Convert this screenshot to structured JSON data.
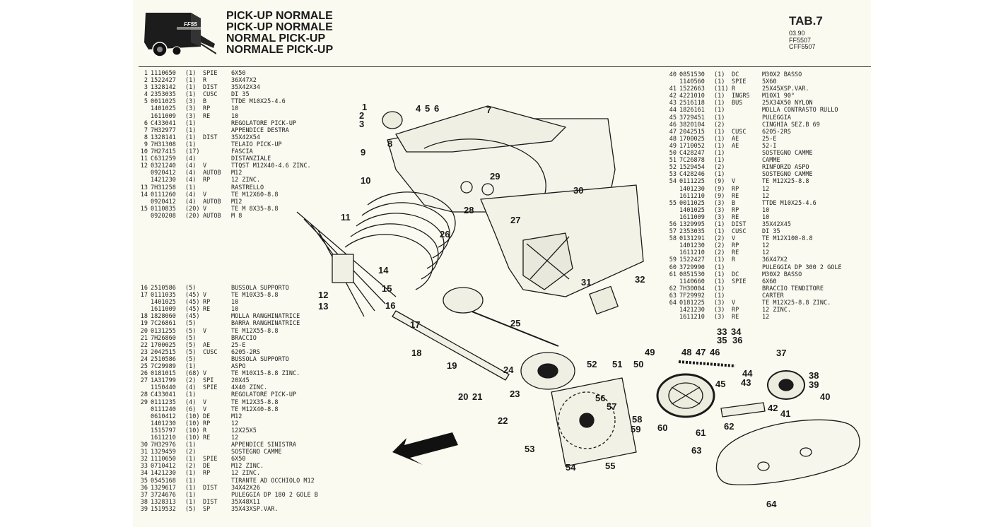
{
  "header": {
    "titles": [
      "PICK-UP NORMALE",
      "PICK-UP NORMALE",
      "NORMAL PICK-UP",
      "NORMALE PICK-UP"
    ],
    "logo_text": "FF55",
    "tab": "TAB.7",
    "meta": [
      "03.90",
      "FF5507",
      "CFF5507"
    ]
  },
  "parts_left_a": [
    {
      "ref": "1",
      "code": "1110650",
      "qty": "(1)",
      "kind": "SPIE",
      "desc": "6X50"
    },
    {
      "ref": "2",
      "code": "1522427",
      "qty": "(1)",
      "kind": "R",
      "desc": "36X47X2"
    },
    {
      "ref": "3",
      "code": "1328142",
      "qty": "(1)",
      "kind": "DIST",
      "desc": "35X42X34"
    },
    {
      "ref": "4",
      "code": "2353035",
      "qty": "(1)",
      "kind": "CUSC",
      "desc": "DI 35"
    },
    {
      "ref": "5",
      "code": "0011025",
      "qty": "(3)",
      "kind": "B",
      "desc": "TTDE M10X25-4.6"
    },
    {
      "ref": "",
      "code": "1401025",
      "qty": "(3)",
      "kind": "RP",
      "desc": "10"
    },
    {
      "ref": "",
      "code": "1611009",
      "qty": "(3)",
      "kind": "RE",
      "desc": "10"
    },
    {
      "ref": "6",
      "code": "C433041",
      "qty": "(1)",
      "kind": "",
      "desc": "REGOLATORE PICK-UP"
    },
    {
      "ref": "7",
      "code": "7H32977",
      "qty": "(1)",
      "kind": "",
      "desc": "APPENDICE DESTRA"
    },
    {
      "ref": "8",
      "code": "1328141",
      "qty": "(1)",
      "kind": "DIST",
      "desc": "35X42X54"
    },
    {
      "ref": "9",
      "code": "7H31308",
      "qty": "(1)",
      "kind": "",
      "desc": "TELAIO PICK-UP"
    },
    {
      "ref": "10",
      "code": "7H27415",
      "qty": "(17)",
      "kind": "",
      "desc": "FASCIA"
    },
    {
      "ref": "11",
      "code": "C631259",
      "qty": "(4)",
      "kind": "",
      "desc": "DISTANZIALE"
    },
    {
      "ref": "12",
      "code": "0321240",
      "qty": "(4)",
      "kind": "V",
      "desc": "TTQST M12X40-4.6 ZINC."
    },
    {
      "ref": "",
      "code": "0920412",
      "qty": "(4)",
      "kind": "AUTOB",
      "desc": "M12"
    },
    {
      "ref": "",
      "code": "1421230",
      "qty": "(4)",
      "kind": "RP",
      "desc": "12 ZINC."
    },
    {
      "ref": "13",
      "code": "7H31258",
      "qty": "(1)",
      "kind": "",
      "desc": "RASTRELLO"
    },
    {
      "ref": "14",
      "code": "0111260",
      "qty": "(4)",
      "kind": "V",
      "desc": "TE M12X60-8.8"
    },
    {
      "ref": "",
      "code": "0920412",
      "qty": "(4)",
      "kind": "AUTOB",
      "desc": "M12"
    },
    {
      "ref": "15",
      "code": "0110835",
      "qty": "(20)",
      "kind": "V",
      "desc": "TE M 8X35-8.8"
    },
    {
      "ref": "",
      "code": "0920208",
      "qty": "(20)",
      "kind": "AUTOB",
      "desc": "M 8"
    }
  ],
  "parts_left_b": [
    {
      "ref": "16",
      "code": "2510586",
      "qty": "(5)",
      "kind": "",
      "desc": "BUSSOLA SUPPORTO"
    },
    {
      "ref": "17",
      "code": "0111035",
      "qty": "(45)",
      "kind": "V",
      "desc": "TE M10X35-8.8"
    },
    {
      "ref": "",
      "code": "1401025",
      "qty": "(45)",
      "kind": "RP",
      "desc": "10"
    },
    {
      "ref": "",
      "code": "1611009",
      "qty": "(45)",
      "kind": "RE",
      "desc": "10"
    },
    {
      "ref": "18",
      "code": "1828060",
      "qty": "(45)",
      "kind": "",
      "desc": "MOLLA RANGHINATRICE"
    },
    {
      "ref": "19",
      "code": "7C26861",
      "qty": "(5)",
      "kind": "",
      "desc": "BARRA RANGHINATRICE"
    },
    {
      "ref": "20",
      "code": "0131255",
      "qty": "(5)",
      "kind": "V",
      "desc": "TE M12X55-8.8"
    },
    {
      "ref": "21",
      "code": "7H26860",
      "qty": "(5)",
      "kind": "",
      "desc": "BRACCIO"
    },
    {
      "ref": "22",
      "code": "1700025",
      "qty": "(5)",
      "kind": "AE",
      "desc": "25-E"
    },
    {
      "ref": "23",
      "code": "2042515",
      "qty": "(5)",
      "kind": "CUSC",
      "desc": "6205-2RS"
    },
    {
      "ref": "24",
      "code": "2510586",
      "qty": "(5)",
      "kind": "",
      "desc": "BUSSOLA SUPPORTO"
    },
    {
      "ref": "25",
      "code": "7C29989",
      "qty": "(1)",
      "kind": "",
      "desc": "ASPO"
    },
    {
      "ref": "26",
      "code": "0181015",
      "qty": "(68)",
      "kind": "V",
      "desc": "TE M10X15-8.8 ZINC."
    },
    {
      "ref": "27",
      "code": "1A31799",
      "qty": "(2)",
      "kind": "SPI",
      "desc": "20X45"
    },
    {
      "ref": "",
      "code": "1150440",
      "qty": "(4)",
      "kind": "SPIE",
      "desc": "4X40 ZINC."
    },
    {
      "ref": "28",
      "code": "C433041",
      "qty": "(1)",
      "kind": "",
      "desc": "REGOLATORE PICK-UP"
    },
    {
      "ref": "29",
      "code": "0111235",
      "qty": "(4)",
      "kind": "V",
      "desc": "TE M12X35-8.8"
    },
    {
      "ref": "",
      "code": "0111240",
      "qty": "(6)",
      "kind": "V",
      "desc": "TE M12X40-8.8"
    },
    {
      "ref": "",
      "code": "0610412",
      "qty": "(10)",
      "kind": "DE",
      "desc": "M12"
    },
    {
      "ref": "",
      "code": "1401230",
      "qty": "(10)",
      "kind": "RP",
      "desc": "12"
    },
    {
      "ref": "",
      "code": "1515797",
      "qty": "(10)",
      "kind": "R",
      "desc": "12X25X5"
    },
    {
      "ref": "",
      "code": "1611210",
      "qty": "(10)",
      "kind": "RE",
      "desc": "12"
    },
    {
      "ref": "30",
      "code": "7H32976",
      "qty": "(1)",
      "kind": "",
      "desc": "APPENDICE SINISTRA"
    },
    {
      "ref": "31",
      "code": "1329459",
      "qty": "(2)",
      "kind": "",
      "desc": "SOSTEGNO CAMME"
    },
    {
      "ref": "32",
      "code": "1110650",
      "qty": "(1)",
      "kind": "SPIE",
      "desc": "6X50"
    },
    {
      "ref": "33",
      "code": "0710412",
      "qty": "(2)",
      "kind": "DE",
      "desc": "M12 ZINC."
    },
    {
      "ref": "34",
      "code": "1421230",
      "qty": "(1)",
      "kind": "RP",
      "desc": "12 ZINC."
    },
    {
      "ref": "35",
      "code": "0545168",
      "qty": "(1)",
      "kind": "",
      "desc": "TIRANTE AD OCCHIOLO M12"
    },
    {
      "ref": "36",
      "code": "1329617",
      "qty": "(1)",
      "kind": "DIST",
      "desc": "34X42X26"
    },
    {
      "ref": "37",
      "code": "3724676",
      "qty": "(1)",
      "kind": "",
      "desc": "PULEGGIA DP 180 2 GOLE B"
    },
    {
      "ref": "38",
      "code": "1328313",
      "qty": "(1)",
      "kind": "DIST",
      "desc": "35X48X11"
    },
    {
      "ref": "39",
      "code": "1519532",
      "qty": "(5)",
      "kind": "SP",
      "desc": "35X43XSP.VAR."
    }
  ],
  "parts_right": [
    {
      "ref": "40",
      "code": "0851530",
      "qty": "(1)",
      "kind": "DC",
      "desc": "M30X2 BASSO"
    },
    {
      "ref": "",
      "code": "1140560",
      "qty": "(1)",
      "kind": "SPIE",
      "desc": "5X60"
    },
    {
      "ref": "41",
      "code": "1522663",
      "qty": "(11)",
      "kind": "R",
      "desc": "25X45XSP.VAR."
    },
    {
      "ref": "42",
      "code": "4221010",
      "qty": "(1)",
      "kind": "INGRS",
      "desc": "M10X1 90°"
    },
    {
      "ref": "43",
      "code": "2516118",
      "qty": "(1)",
      "kind": "BUS",
      "desc": "25X34X50 NYLON"
    },
    {
      "ref": "44",
      "code": "1826161",
      "qty": "(1)",
      "kind": "",
      "desc": "MOLLA CONTRASTO RULLO"
    },
    {
      "ref": "45",
      "code": "3729451",
      "qty": "(1)",
      "kind": "",
      "desc": "PULEGGIA"
    },
    {
      "ref": "46",
      "code": "3820104",
      "qty": "(2)",
      "kind": "",
      "desc": "CINGHIA SEZ.B 69"
    },
    {
      "ref": "47",
      "code": "2042515",
      "qty": "(1)",
      "kind": "CUSC",
      "desc": "6205-2RS"
    },
    {
      "ref": "48",
      "code": "1700025",
      "qty": "(1)",
      "kind": "AE",
      "desc": "25-E"
    },
    {
      "ref": "49",
      "code": "1710052",
      "qty": "(1)",
      "kind": "AE",
      "desc": "52-I"
    },
    {
      "ref": "50",
      "code": "C428247",
      "qty": "(1)",
      "kind": "",
      "desc": "SOSTEGNO CAMME"
    },
    {
      "ref": "51",
      "code": "7C26878",
      "qty": "(1)",
      "kind": "",
      "desc": "CAMME"
    },
    {
      "ref": "52",
      "code": "1529454",
      "qty": "(2)",
      "kind": "",
      "desc": "RINFORZO ASPO"
    },
    {
      "ref": "53",
      "code": "C428246",
      "qty": "(1)",
      "kind": "",
      "desc": "SOSTEGNO CAMME"
    },
    {
      "ref": "54",
      "code": "0111225",
      "qty": "(9)",
      "kind": "V",
      "desc": "TE M12X25-8.8"
    },
    {
      "ref": "",
      "code": "1401230",
      "qty": "(9)",
      "kind": "RP",
      "desc": "12"
    },
    {
      "ref": "",
      "code": "1611210",
      "qty": "(9)",
      "kind": "RE",
      "desc": "12"
    },
    {
      "ref": "55",
      "code": "0011025",
      "qty": "(3)",
      "kind": "B",
      "desc": "TTDE M10X25-4.6"
    },
    {
      "ref": "",
      "code": "1401025",
      "qty": "(3)",
      "kind": "RP",
      "desc": "10"
    },
    {
      "ref": "",
      "code": "1611009",
      "qty": "(3)",
      "kind": "RE",
      "desc": "10"
    },
    {
      "ref": "56",
      "code": "1329995",
      "qty": "(1)",
      "kind": "DIST",
      "desc": "35X42X45"
    },
    {
      "ref": "57",
      "code": "2353035",
      "qty": "(1)",
      "kind": "CUSC",
      "desc": "DI 35"
    },
    {
      "ref": "58",
      "code": "0131291",
      "qty": "(2)",
      "kind": "V",
      "desc": "TE M12X100-8.8"
    },
    {
      "ref": "",
      "code": "1401230",
      "qty": "(2)",
      "kind": "RP",
      "desc": "12"
    },
    {
      "ref": "",
      "code": "1611210",
      "qty": "(2)",
      "kind": "RE",
      "desc": "12"
    },
    {
      "ref": "59",
      "code": "1522427",
      "qty": "(1)",
      "kind": "R",
      "desc": "36X47X2"
    },
    {
      "ref": "60",
      "code": "3729990",
      "qty": "(1)",
      "kind": "",
      "desc": "PULEGGIA DP 300 2 GOLE"
    },
    {
      "ref": "61",
      "code": "0851530",
      "qty": "(1)",
      "kind": "DC",
      "desc": "M30X2 BASSO"
    },
    {
      "ref": "",
      "code": "1140660",
      "qty": "(1)",
      "kind": "SPIE",
      "desc": "6X60"
    },
    {
      "ref": "62",
      "code": "7H30004",
      "qty": "(1)",
      "kind": "",
      "desc": "BRACCIO TENDITORE"
    },
    {
      "ref": "63",
      "code": "7F29992",
      "qty": "(1)",
      "kind": "",
      "desc": "CARTER"
    },
    {
      "ref": "64",
      "code": "0181225",
      "qty": "(3)",
      "kind": "V",
      "desc": "TE M12X25-8.8 ZINC."
    },
    {
      "ref": "",
      "code": "1421230",
      "qty": "(3)",
      "kind": "RP",
      "desc": "12 ZINC."
    },
    {
      "ref": "",
      "code": "1611210",
      "qty": "(3)",
      "kind": "RE",
      "desc": "12"
    }
  ],
  "callouts": [
    "1",
    "2",
    "3",
    "4",
    "5",
    "6",
    "7",
    "8",
    "9",
    "10",
    "11",
    "12",
    "13",
    "14",
    "15",
    "16",
    "17",
    "18",
    "19",
    "20",
    "21",
    "22",
    "23",
    "24",
    "25",
    "26",
    "27",
    "28",
    "29",
    "30",
    "31",
    "32",
    "33",
    "34",
    "35",
    "36",
    "37",
    "38",
    "39",
    "40",
    "41",
    "42",
    "43",
    "44",
    "45",
    "46",
    "47",
    "48",
    "49",
    "50",
    "51",
    "52",
    "53",
    "54",
    "55",
    "56",
    "57",
    "58",
    "59",
    "60",
    "61",
    "62",
    "63",
    "64"
  ]
}
